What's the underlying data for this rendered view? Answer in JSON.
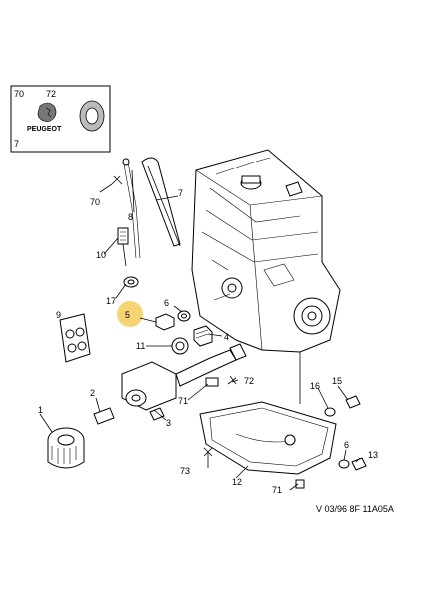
{
  "logo": {
    "brand": "PEUGEOT",
    "corner_refs": [
      "70",
      "72",
      "7"
    ]
  },
  "callouts": [
    "70",
    "8",
    "7",
    "10",
    "17",
    "9",
    "5",
    "6",
    "4",
    "11",
    "2",
    "1",
    "3",
    "71",
    "72",
    "16",
    "15",
    "73",
    "12",
    "6",
    "13",
    "71"
  ],
  "footer": {
    "reference": "V 03/96 8F 11A05A"
  },
  "colors": {
    "highlight": "#f6cc5a",
    "ink": "#000000"
  }
}
